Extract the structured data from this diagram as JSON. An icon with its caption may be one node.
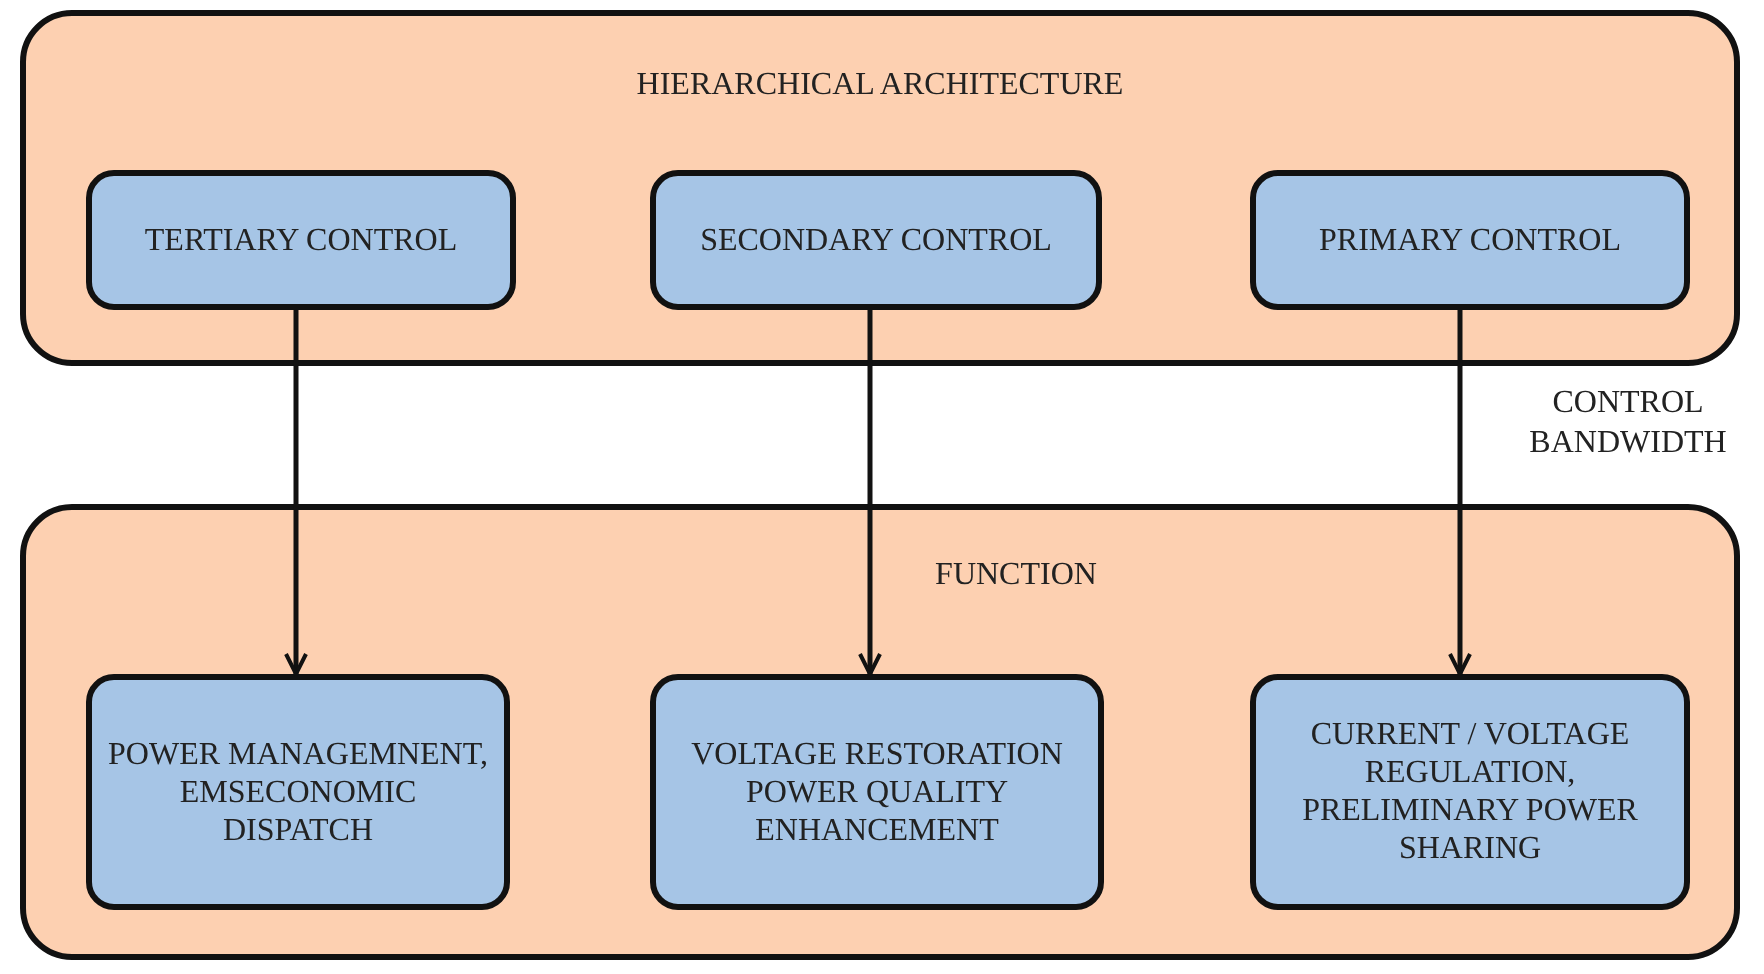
{
  "diagram": {
    "nodes": [
      {
        "text": [
          "HIERARCHICAL ARCHITECTURE"
        ]
      },
      {
        "text": [
          "TERTIARY CONTROL"
        ],
        "in": 0
      },
      {
        "text": [
          "SECONDARY CONTROL"
        ],
        "in": 0
      },
      {
        "text": [
          "PRIMARY CONTROL"
        ],
        "in": 0
      },
      {
        "text": [
          "FUNCTION"
        ]
      },
      {
        "text": [
          "POWER MANAGEMNENT, EMSECONOMIC DISPATCH"
        ],
        "in": 4
      },
      {
        "text": [
          "VOLTAGE RESTORATION POWER QUALITY ENHANCEMENT"
        ],
        "in": 4
      },
      {
        "text": [
          "CURRENT / VOLTAGE REGULATION, PRELIMINARY POWER SHARING"
        ],
        "in": 4
      }
    ],
    "edges": [
      {
        "from": 1,
        "to": 5,
        "arrow": "to"
      },
      {
        "from": 2,
        "to": 6,
        "arrow": "to"
      },
      {
        "from": 3,
        "to": 7,
        "arrow": "to"
      }
    ],
    "labels": [
      "CONTROL BANDWIDTH"
    ]
  }
}
